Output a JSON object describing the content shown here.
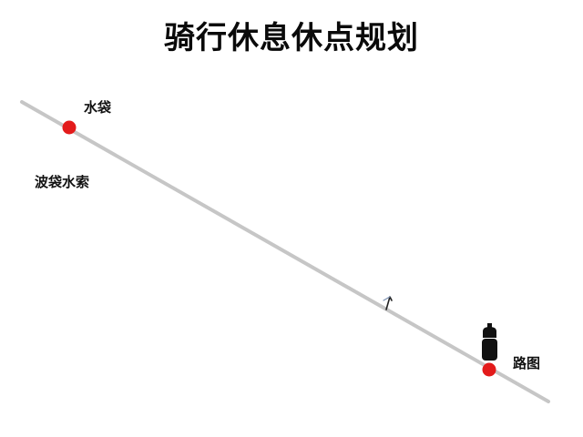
{
  "title": "骑行休息休点规划",
  "stops": [
    {
      "label": "水袋",
      "marker": "red-dot"
    },
    {
      "label": "路图",
      "marker": "red-dot",
      "icon": "bottle-icon"
    }
  ],
  "note": "波袋水索",
  "colors": {
    "route": "#c6c6c6",
    "marker": "#e31b1b",
    "bottle": "#111111"
  }
}
